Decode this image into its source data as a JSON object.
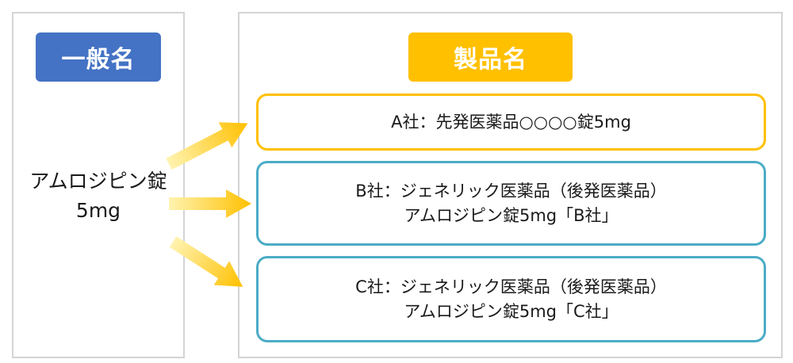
{
  "generic": {
    "header": "一般名",
    "name_line1": "アムロジピン錠",
    "name_line2": "5mg"
  },
  "product": {
    "header": "製品名",
    "a_line1": "A社：先発医薬品○○○○錠5mg",
    "b_line1": "B社：ジェネリック医薬品（後発医薬品）",
    "b_line2": "アムロジピン錠5mg「B社」",
    "c_line1": "C社：ジェネリック医薬品（後発医薬品）",
    "c_line2": "アムロジピン錠5mg「C社」"
  },
  "colors": {
    "generic_header": "#4472c4",
    "product_header": "#ffc000",
    "box_a_border": "#ffc000",
    "box_bc_border": "#4bacc6",
    "arrow_start": "#fff3b0",
    "arrow_end": "#ffc000"
  }
}
